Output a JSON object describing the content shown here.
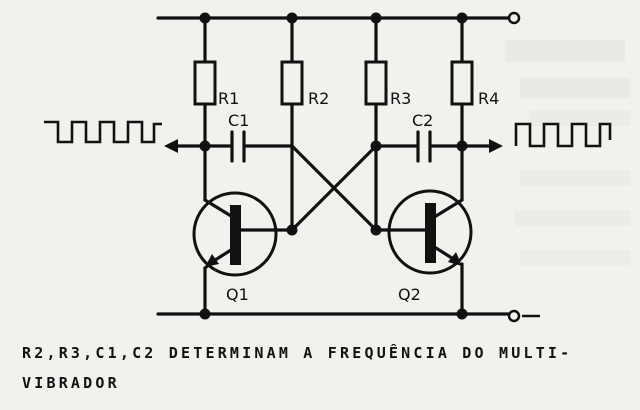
{
  "diagram": {
    "labels": {
      "r1": "R1",
      "r2": "R2",
      "r3": "R3",
      "r4": "R4",
      "c1": "C1",
      "c2": "C2",
      "q1": "Q1",
      "q2": "Q2"
    }
  },
  "caption": {
    "line1": "R2,R3,C1,C2 DETERMINAM A FREQUÊNCIA DO MULTI-",
    "line2": "VIBRADOR"
  },
  "colors": {
    "ink": "#111111",
    "paper": "#f2f1ee"
  }
}
